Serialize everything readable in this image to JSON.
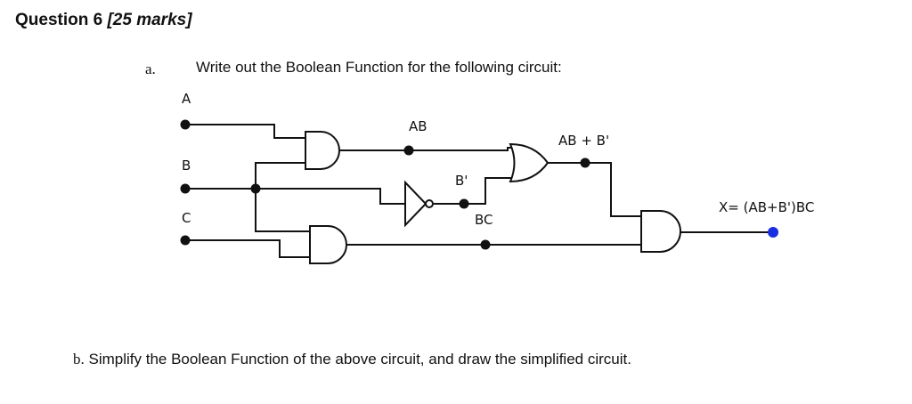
{
  "question": {
    "title": "Question 6",
    "marks": "[25 marks]"
  },
  "part_a": {
    "label": "a.",
    "text": "Write out the Boolean Function for the following circuit:"
  },
  "part_b": {
    "label": "b.",
    "text": "Simplify the Boolean Function of the above circuit, and draw the simplified circuit."
  },
  "circuit": {
    "inputs": {
      "a": "A",
      "b": "B",
      "c": "C"
    },
    "labels": {
      "ab": "AB",
      "b_not": "B'",
      "bc": "BC",
      "ab_or_bnot": "AB + B'",
      "output": "X= (AB+B')BC"
    },
    "colors": {
      "wire": "#111111",
      "output_node": "#1a2fe0"
    }
  }
}
